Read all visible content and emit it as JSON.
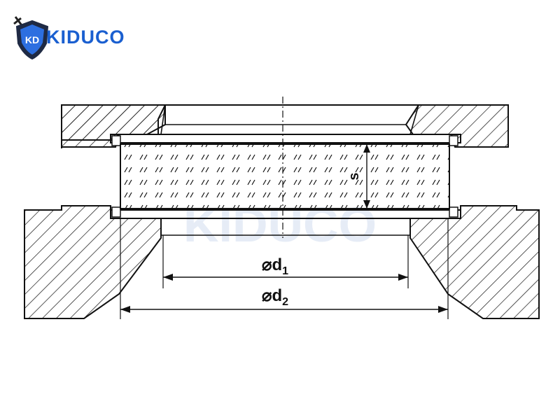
{
  "logo": {
    "text": "KIDUCO",
    "badge": "KD",
    "color": "#1a5fd0"
  },
  "watermark": {
    "text": "KIDUCO"
  },
  "dimensions": {
    "s": {
      "label": "s"
    },
    "d1": {
      "symbol": "⌀",
      "letter": "d",
      "sub": "1"
    },
    "d2": {
      "symbol": "⌀",
      "letter": "d",
      "sub": "2"
    }
  },
  "colors": {
    "line": "#111111",
    "glass": "#ffffff",
    "brand": "#1a5fd0"
  }
}
